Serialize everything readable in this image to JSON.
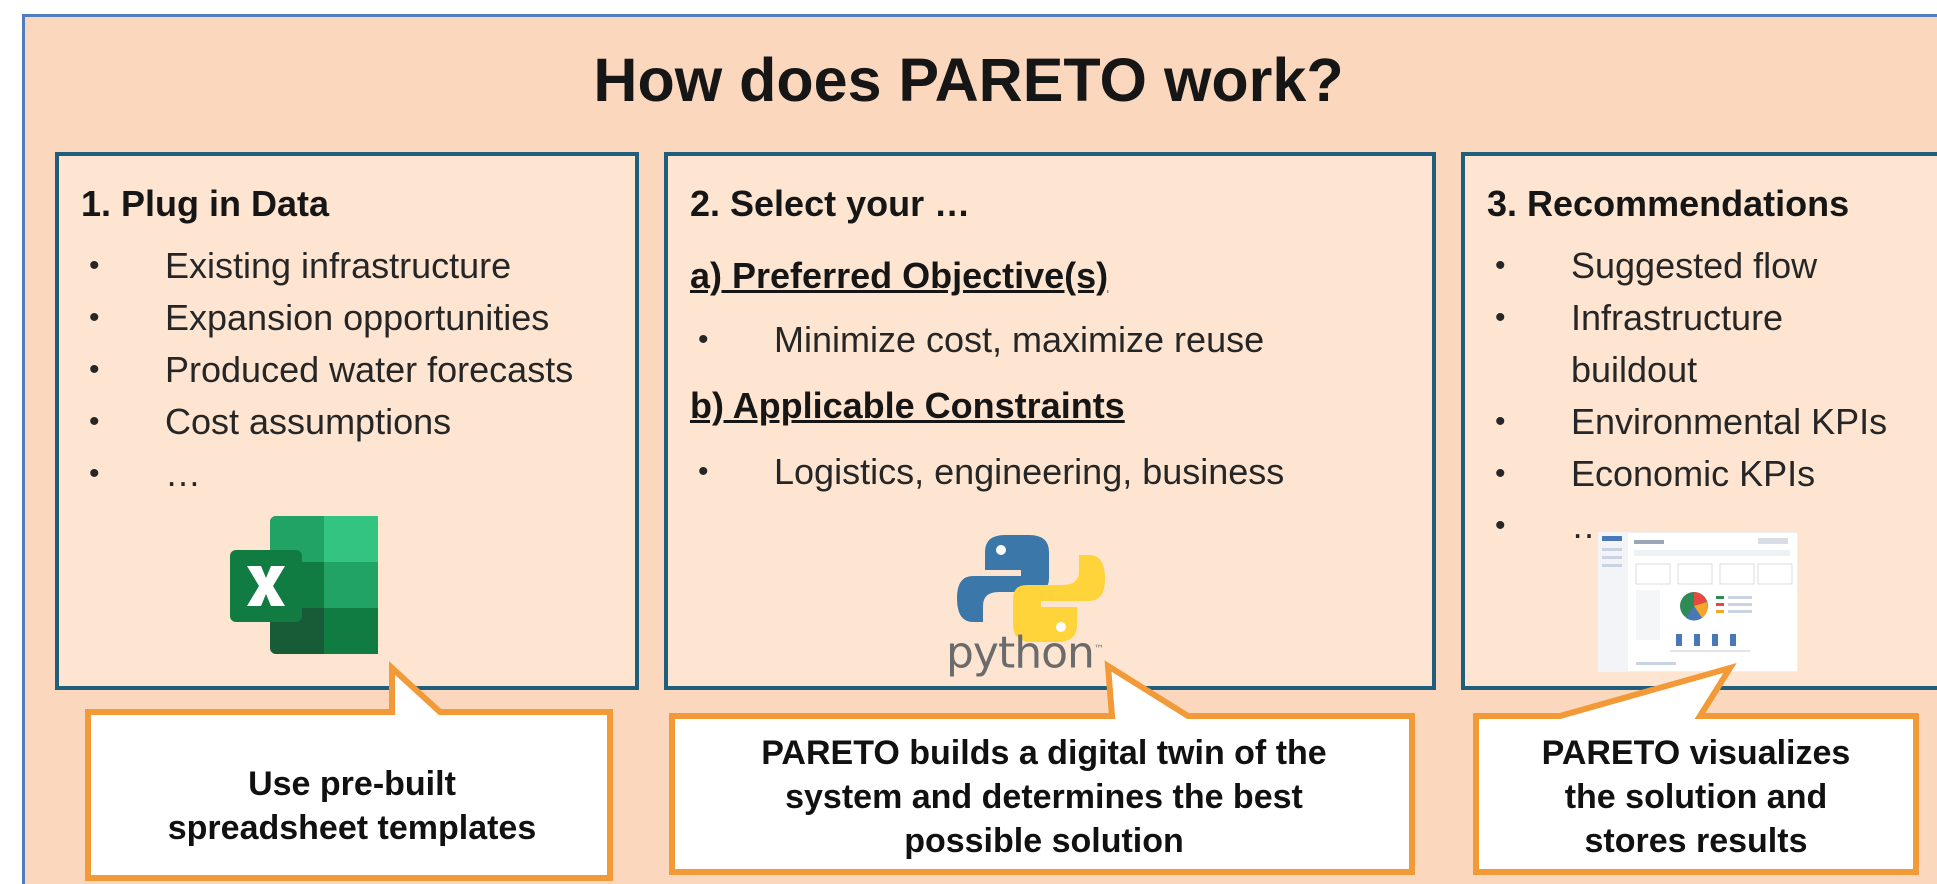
{
  "title": "How does PARETO  work?",
  "panels": [
    {
      "heading": "1. Plug in Data",
      "bullets": [
        "Existing infrastructure",
        "Expansion opportunities",
        "Produced water forecasts",
        "Cost assumptions",
        "…"
      ],
      "icon": "excel-icon"
    },
    {
      "heading": "2. Select your …",
      "sub_a": "a) Preferred Objective(s)",
      "bullets_a": [
        "Minimize cost, maximize reuse"
      ],
      "sub_b": "b) Applicable Constraints",
      "bullets_b": [
        "Logistics, engineering, business"
      ],
      "icon": "python-logo-icon",
      "python_word": "python"
    },
    {
      "heading": "3. Recommendations",
      "bullets": [
        "Suggested flow",
        "Infrastructure",
        "Environmental KPIs",
        "Economic KPIs",
        "…"
      ],
      "bullet_2_continuation": "buildout",
      "icon": "dashboard-screenshot-icon"
    }
  ],
  "callouts": [
    {
      "line1": "Use pre-built",
      "line2": "spreadsheet templates"
    },
    {
      "line1": "PARETO builds a digital twin of the",
      "line2": "system and determines the best",
      "line3": "possible solution"
    },
    {
      "line1": "PARETO visualizes",
      "line2": "the solution and",
      "line3": "stores results"
    }
  ],
  "colors": {
    "background": "#fbd8bd",
    "panel_fill": "#fde5d1",
    "panel_border": "#1f5f7c",
    "outer_border": "#4f7dbd",
    "callout_border": "#f29a37",
    "callout_fill": "#ffffff"
  }
}
